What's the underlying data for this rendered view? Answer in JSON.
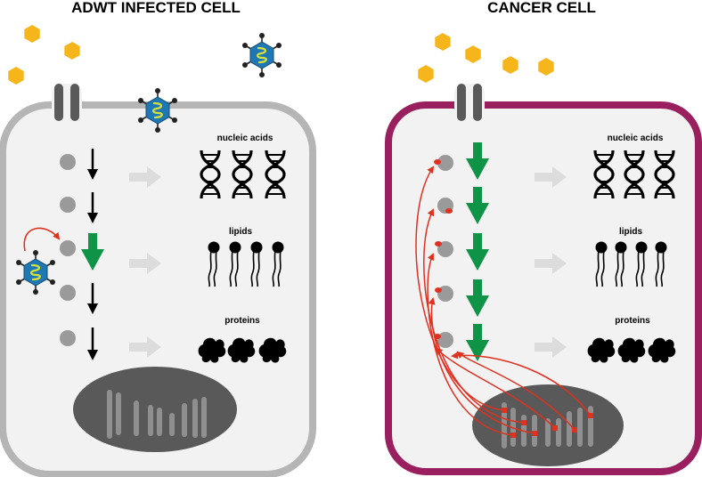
{
  "panels": [
    {
      "title": "ADWT INFECTED CELL",
      "labels": {
        "nucleic": "nucleic acids",
        "lipids": "lipids",
        "proteins": "proteins"
      }
    },
    {
      "title": "CANCER CELL",
      "labels": {
        "nucleic": "nucleic acids",
        "lipids": "lipids",
        "proteins": "proteins"
      }
    }
  ],
  "colors": {
    "nutrient": "#f5b51b",
    "infected_membrane": "#b5b5b5",
    "cancer_membrane": "#9a1f5f",
    "cytoplasm": "#f2f2f2",
    "nucleus": "#595959",
    "chromosome": "#8f8f8f",
    "metabolite": "#9a9a9a",
    "arrow_normal": "#000000",
    "arrow_upregulated": "#0f9447",
    "flow_arrow": "#dcdcdc",
    "signal": "#e0301e",
    "virus_capsid": "#1f78b4",
    "virus_genome": "#d6e23a"
  }
}
